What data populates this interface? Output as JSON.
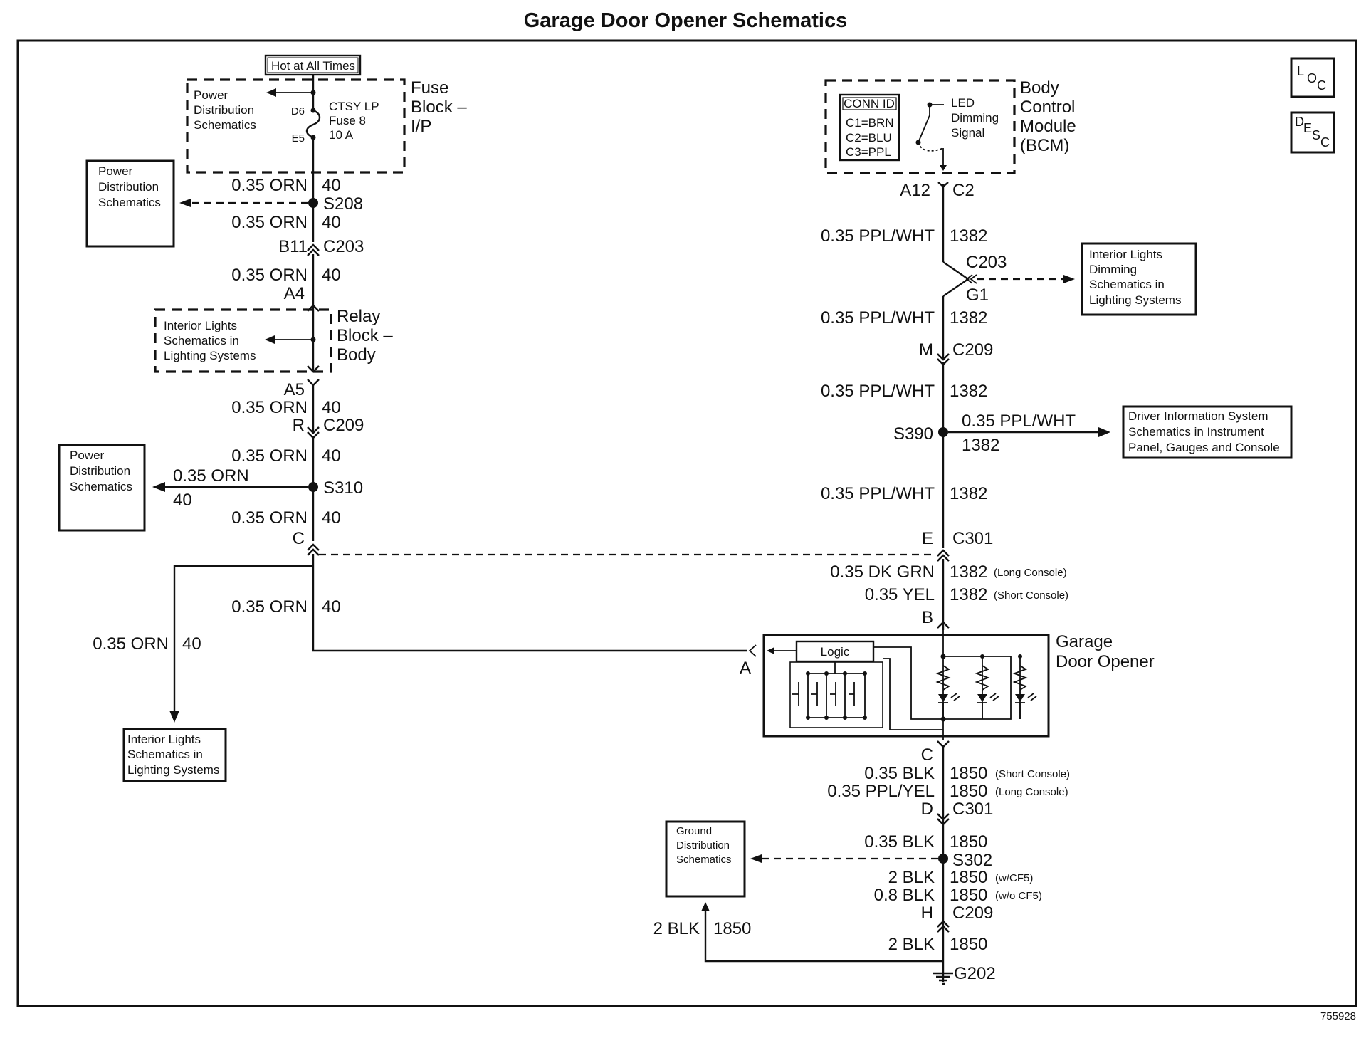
{
  "title": "Garage Door Opener Schematics",
  "figure_id": "755928",
  "corner_icons": {
    "loc": [
      "L",
      "O",
      "C"
    ],
    "desc": [
      "D",
      "E",
      "S",
      "C"
    ]
  },
  "left": {
    "hot_label": "Hot at All Times",
    "fuse_block": {
      "name": [
        "Fuse",
        "Block –",
        "I/P"
      ],
      "power_dist": [
        "Power",
        "Distribution",
        "Schematics"
      ],
      "pin_in": "D6",
      "pin_out": "E5",
      "fuse": [
        "CTSY LP",
        "Fuse 8",
        "10 A"
      ]
    },
    "ref_power_top": [
      "Power",
      "Distribution",
      "Schematics"
    ],
    "ref_power_mid": [
      "Power",
      "Distribution",
      "Schematics"
    ],
    "ref_interior_relay": [
      "Interior Lights",
      "Schematics in",
      "Lighting Systems"
    ],
    "ref_interior_bottom": [
      "Interior Lights",
      "Schematics in",
      "Lighting Systems"
    ],
    "relay_block": [
      "Relay",
      "Block –",
      "Body"
    ],
    "wire": "0.35 ORN",
    "circuit": "40",
    "splice_1": "S208",
    "splice_2": "S310",
    "c203": {
      "pin_top": "B11",
      "name": "C203",
      "pin_bottom": "A4"
    },
    "relay_pin": "A5",
    "c209": {
      "pin": "R",
      "name": "C209"
    },
    "c301_pin": "C",
    "opener_pin": "A"
  },
  "right": {
    "bcm": {
      "name": [
        "Body",
        "Control",
        "Module",
        "(BCM)"
      ],
      "conn_id_title": "CONN ID",
      "conn_ids": [
        "C1=BRN",
        "C2=BLU",
        "C3=PPL"
      ],
      "led": [
        "LED",
        "Dimming",
        "Signal"
      ]
    },
    "bcm_pin": "A12",
    "bcm_conn": "C2",
    "wire": "0.35 PPL/WHT",
    "circuit": "1382",
    "c203": {
      "name": "C203",
      "pin": "G1"
    },
    "ref_interior_dimming": [
      "Interior Lights",
      "Dimming",
      "Schematics in",
      "Lighting Systems"
    ],
    "c209": {
      "pin": "M",
      "name": "C209"
    },
    "splice": "S390",
    "ref_driver_info": [
      "Driver Information System",
      "Schematics in Instrument",
      "Panel, Gauges and Console"
    ],
    "c301": {
      "pin": "E",
      "name": "C301"
    },
    "wire_long": "0.35 DK GRN",
    "circuit_long": "1382",
    "note_long": "(Long Console)",
    "wire_short": "0.35 YEL",
    "circuit_short": "1382",
    "note_short": "(Short Console)",
    "opener_pin_b": "B",
    "opener": {
      "name": [
        "Garage",
        "Door Opener"
      ],
      "logic": "Logic"
    },
    "opener_pin_c": "C",
    "gnd_wire_short": "0.35 BLK",
    "gnd_circuit_short": "1850",
    "gnd_note_short": "(Short Console)",
    "gnd_wire_long": "0.35 PPL/YEL",
    "gnd_circuit_long": "1850",
    "gnd_note_long": "(Long Console)",
    "c301_gnd": {
      "pin": "D",
      "name": "C301"
    },
    "gnd_wire_1": "0.35 BLK",
    "gnd_circuit_1": "1850",
    "gnd_splice": "S302",
    "ref_ground": [
      "Ground",
      "Distribution",
      "Schematics"
    ],
    "gnd_wire_cf5": "2 BLK",
    "gnd_circuit_cf5": "1850",
    "gnd_note_cf5": "(w/CF5)",
    "gnd_wire_nocf5": "0.8 BLK",
    "gnd_circuit_nocf5": "1850",
    "gnd_note_nocf5": "(w/o CF5)",
    "c209_gnd": {
      "pin": "H",
      "name": "C209"
    },
    "gnd_wire_2": "2 BLK",
    "gnd_circuit_2": "1850",
    "gnd_wire_3": "2 BLK",
    "gnd_circuit_3": "1850",
    "ground": "G202"
  }
}
